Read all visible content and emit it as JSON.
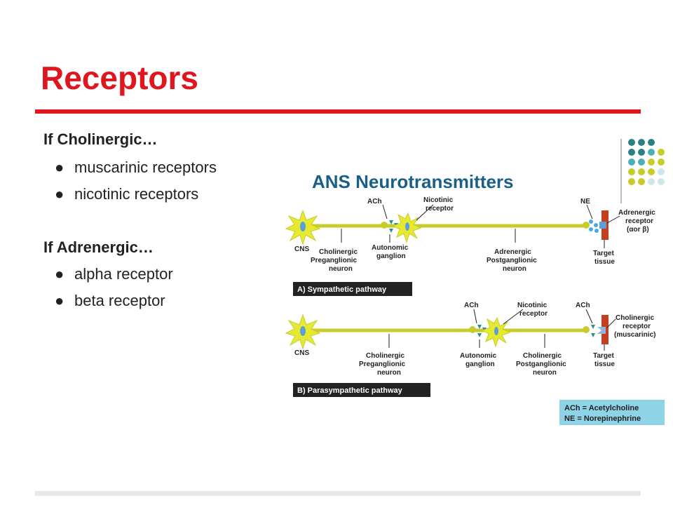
{
  "slide": {
    "title": "Receptors",
    "cholinergic": {
      "heading": "If Cholinergic…",
      "items": [
        "muscarinic receptors",
        "nicotinic receptors"
      ]
    },
    "adrenergic": {
      "heading": "If Adrenergic…",
      "items": [
        "alpha receptor",
        "beta receptor"
      ]
    },
    "bullet_glyph": "●"
  },
  "diagram": {
    "title": "ANS Neurotransmitters",
    "sympathetic": {
      "ach": "ACh",
      "nicotinic_1": "Nicotinic",
      "nicotinic_2": "receptor",
      "ne": "NE",
      "adrenergic_1": "Adrenergic",
      "adrenergic_2": "receptor",
      "adrenergic_3": "(αor β)",
      "cns": "CNS",
      "pre_1": "Cholinergic",
      "pre_2": "Preganglionic",
      "pre_3": "neuron",
      "gang_1": "Autonomic",
      "gang_2": "ganglion",
      "post_1": "Adrenergic",
      "post_2": "Postganglionic",
      "post_3": "neuron",
      "target_1": "Target",
      "target_2": "tissue",
      "pathway": "A) Sympathetic pathway"
    },
    "parasympathetic": {
      "ach_1": "ACh",
      "nicotinic_1": "Nicotinic",
      "nicotinic_2": "receptor",
      "ach_2": "ACh",
      "chol_1": "Cholinergic",
      "chol_2": "receptor",
      "chol_3": "(muscarinic)",
      "cns": "CNS",
      "pre_1": "Cholinergic",
      "pre_2": "Preganglionic",
      "pre_3": "neuron",
      "gang_1": "Autonomic",
      "gang_2": "ganglion",
      "post_1": "Cholinergic",
      "post_2": "Postganglionic",
      "post_3": "neuron",
      "target_1": "Target",
      "target_2": "tissue",
      "pathway": "B) Parasympathetic pathway"
    },
    "legend": {
      "line1": "ACh = Acetylcholine",
      "line2": "NE = Norepinephrine"
    }
  },
  "colors": {
    "title_red": "#e0161f",
    "axon_yellow": "#c8cc2a",
    "teal": "#2b8f8f",
    "blue": "#4aa8e0",
    "target_red": "#c2401f",
    "legend_bg": "#8fd3e6",
    "label_box": "#222222"
  }
}
